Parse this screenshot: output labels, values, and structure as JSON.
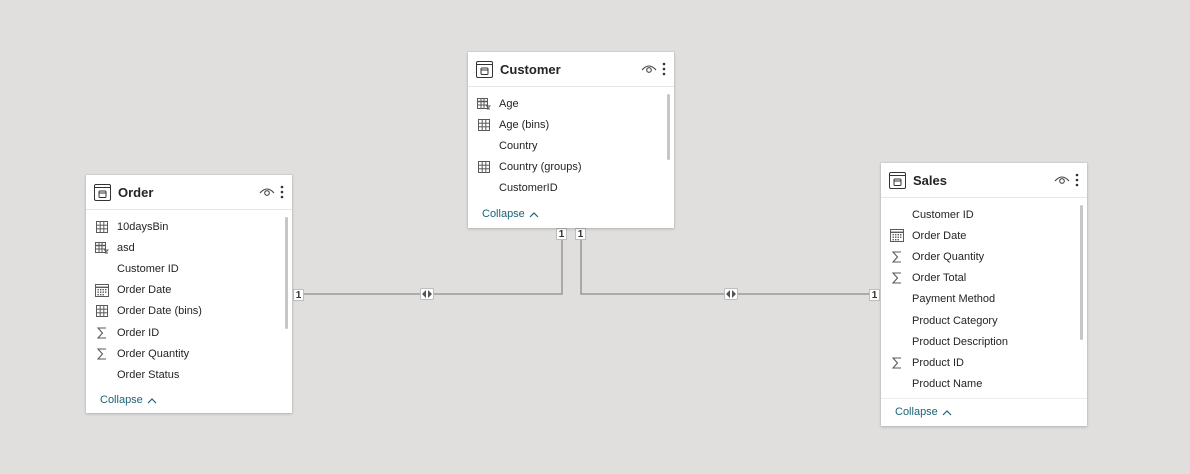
{
  "tables": {
    "customer": {
      "title": "Customer",
      "fields": [
        {
          "label": "Age",
          "icon": "calculated-table-icon"
        },
        {
          "label": "Age (bins)",
          "icon": "bins-grid-icon"
        },
        {
          "label": "Country",
          "icon": ""
        },
        {
          "label": "Country (groups)",
          "icon": "bins-grid-icon"
        },
        {
          "label": "CustomerID",
          "icon": ""
        }
      ],
      "collapse_label": "Collapse"
    },
    "order": {
      "title": "Order",
      "fields": [
        {
          "label": "10daysBin",
          "icon": "bins-grid-icon"
        },
        {
          "label": "asd",
          "icon": "calculated-table-icon"
        },
        {
          "label": "Customer ID",
          "icon": ""
        },
        {
          "label": "Order Date",
          "icon": "calendar-icon"
        },
        {
          "label": "Order Date (bins)",
          "icon": "bins-grid-icon"
        },
        {
          "label": "Order ID",
          "icon": "sigma-icon"
        },
        {
          "label": "Order Quantity",
          "icon": "sigma-icon"
        },
        {
          "label": "Order Status",
          "icon": ""
        }
      ],
      "collapse_label": "Collapse"
    },
    "sales": {
      "title": "Sales",
      "fields": [
        {
          "label": "Customer ID",
          "icon": ""
        },
        {
          "label": "Order Date",
          "icon": "calendar-icon"
        },
        {
          "label": "Order Quantity",
          "icon": "sigma-icon"
        },
        {
          "label": "Order Total",
          "icon": "sigma-icon"
        },
        {
          "label": "Payment Method",
          "icon": ""
        },
        {
          "label": "Product Category",
          "icon": ""
        },
        {
          "label": "Product Description",
          "icon": ""
        },
        {
          "label": "Product ID",
          "icon": "sigma-icon"
        },
        {
          "label": "Product Name",
          "icon": ""
        }
      ],
      "collapse_label": "Collapse"
    }
  },
  "relationships": {
    "cardinality_labels": [
      "1",
      "1",
      "1",
      "1"
    ]
  },
  "colors": {
    "canvas": "#e0dfdd",
    "link": "#1d6377",
    "line": "#8c8c8c"
  }
}
